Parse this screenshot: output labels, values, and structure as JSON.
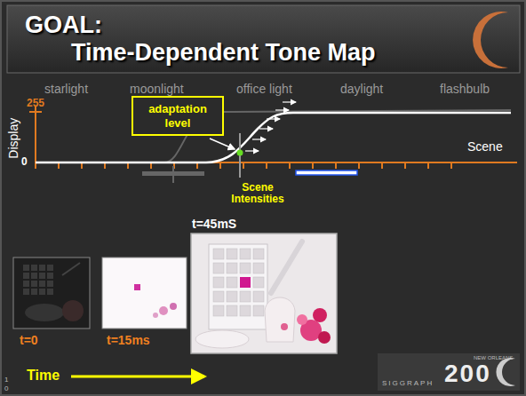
{
  "diagram": {
    "title": "GOAL:",
    "nodes": [
      {
        "text": [
          "adaptation level"
        ]
      }
    ],
    "labels": [
      "Time-Dependent Tone Map",
      "starlight",
      "moonlight",
      "office light",
      "daylight",
      "flashbulb",
      "255",
      "Display",
      "0",
      "Scene",
      "Scene Intensities",
      "t=45mS",
      "t=0",
      "t=15ms",
      "Time",
      "NEW ORLEANS",
      "200",
      "SIGGRAPH",
      "1",
      "0"
    ]
  }
}
